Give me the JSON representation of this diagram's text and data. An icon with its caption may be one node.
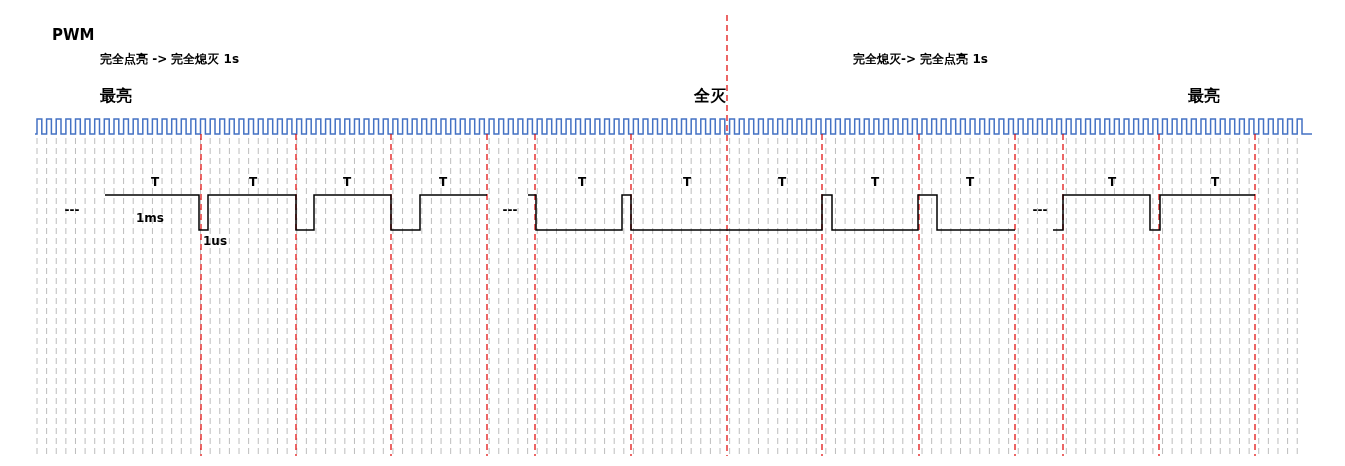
{
  "diagram": {
    "title": "PWM",
    "labels": [
      "完全点亮 -> 完全熄灭 1s",
      "完全熄灭-> 完全点亮 1s",
      "最亮",
      "全灭",
      "最亮",
      "T",
      "T",
      "T",
      "T",
      "T",
      "T",
      "T",
      "T",
      "T",
      "T",
      "T",
      "---",
      "1ms",
      "---",
      "---",
      "1us"
    ]
  }
}
